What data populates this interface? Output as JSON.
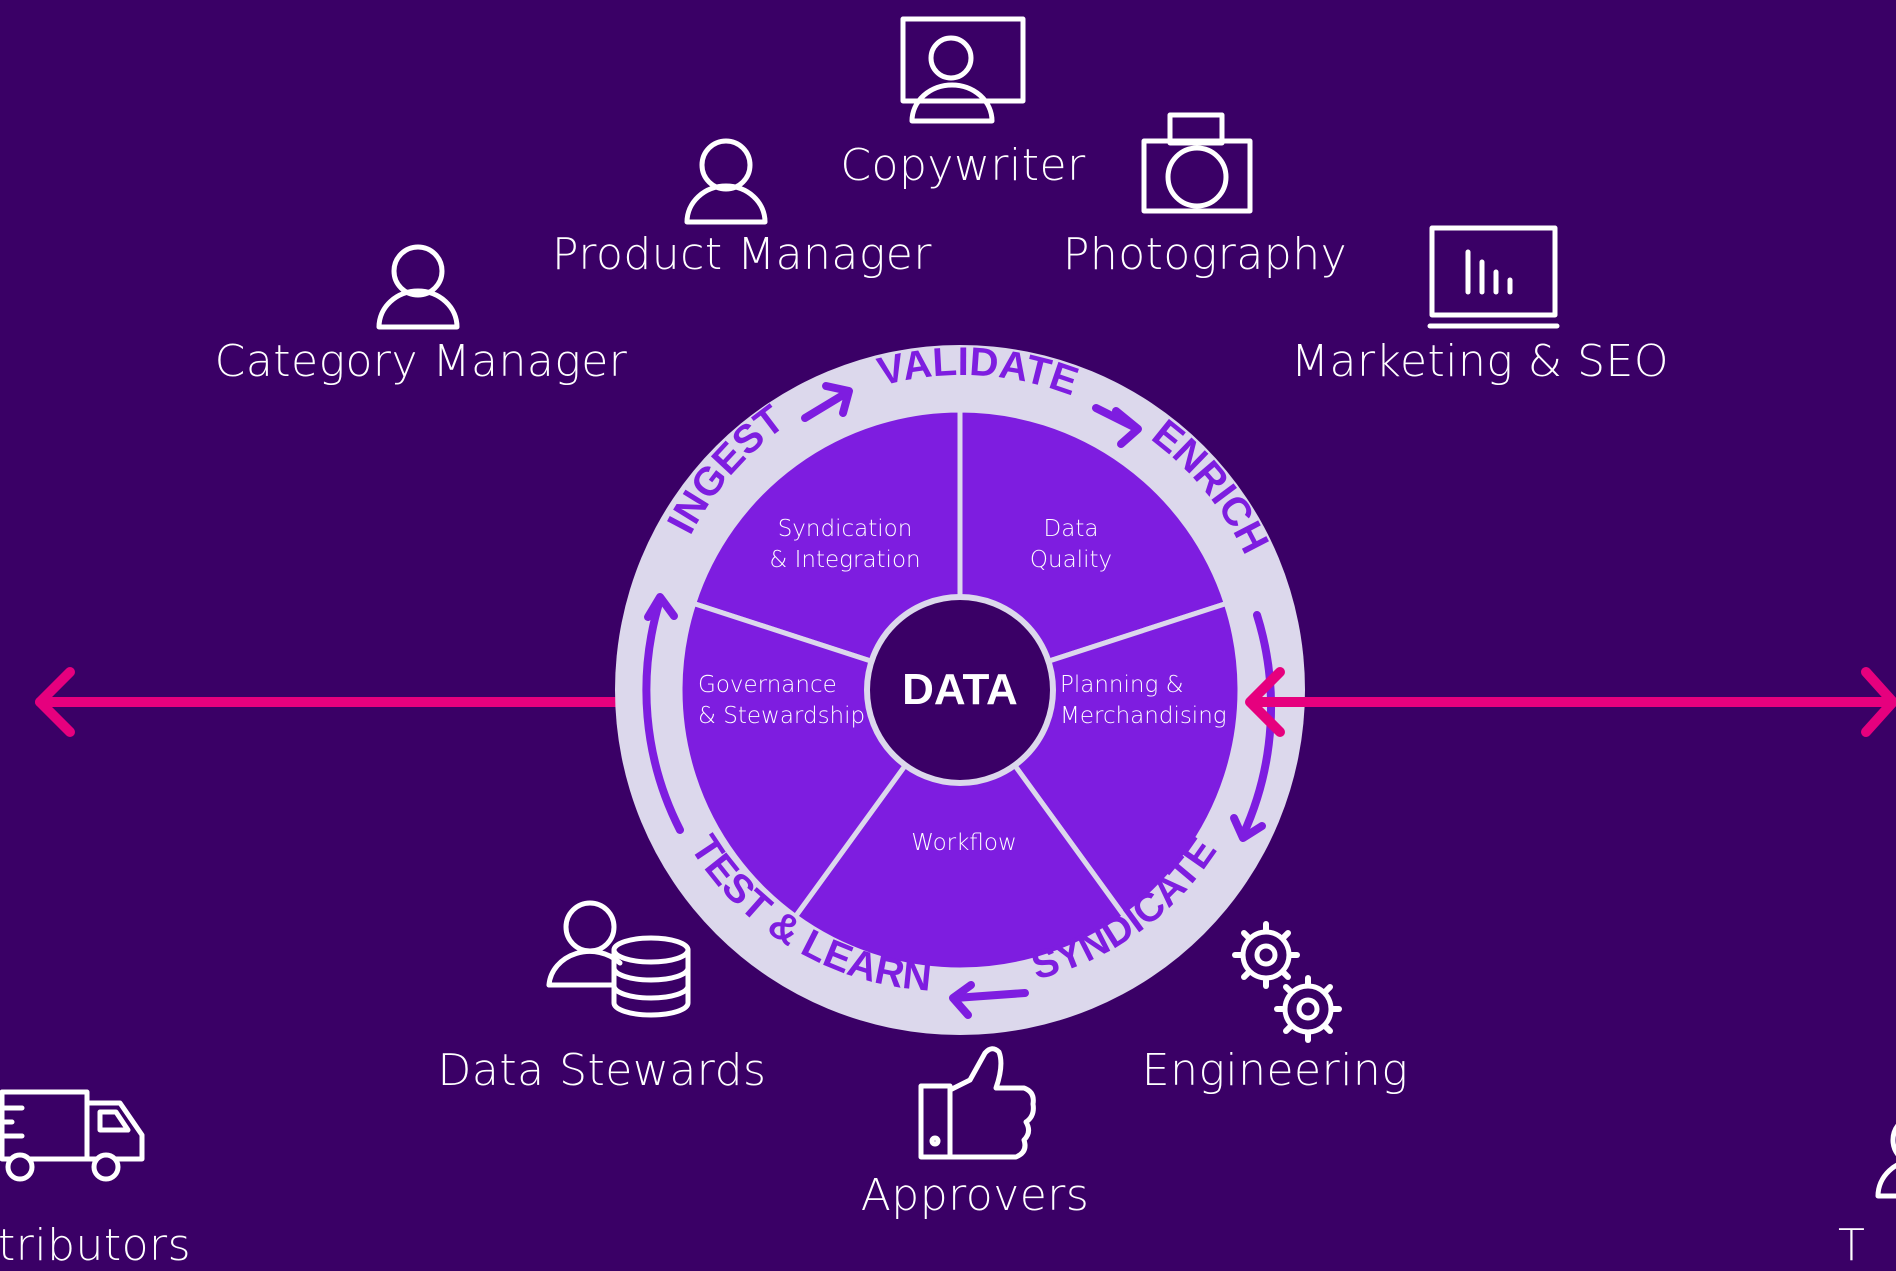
{
  "center": {
    "label": "DATA"
  },
  "segments": [
    {
      "line1": "Syndication",
      "line2": "& Integration"
    },
    {
      "line1": "Data",
      "line2": "Quality"
    },
    {
      "line1": "Planning &",
      "line2": "Merchandising"
    },
    {
      "line1": "Workflow",
      "line2": ""
    },
    {
      "line1": "Governance",
      "line2": "& Stewardship"
    }
  ],
  "cycle_steps": {
    "ingest": "INGEST",
    "validate": "VALIDATE",
    "enrich": "ENRICH",
    "syndicate": "SYNDICATE",
    "test_learn": "TEST & LEARN"
  },
  "roles": {
    "copywriter": "Copywriter",
    "product_manager": "Product Manager",
    "photography": "Photography",
    "category_manager": "Category Manager",
    "marketing_seo": "Marketing & SEO",
    "data_stewards": "Data Stewards",
    "engineering": "Engineering",
    "approvers": "Approvers",
    "left_edge": "tributors",
    "right_edge": "T"
  },
  "icons": {
    "copywriter": "monitor-user-icon",
    "product_manager": "user-icon",
    "photography": "camera-icon",
    "category_manager": "user-icon",
    "marketing_seo": "laptop-chart-icon",
    "data_stewards": "user-database-icon",
    "engineering": "gears-icon",
    "approvers": "thumbs-up-icon",
    "left_edge": "delivery-truck-icon",
    "right_edge": "user-icon"
  },
  "colors": {
    "background": "#3a0066",
    "ring": "#dcd8ec",
    "segment": "#7e1de0",
    "center": "#3a0066",
    "cycle_text": "#7e1de0",
    "connector": "#e6007e"
  }
}
